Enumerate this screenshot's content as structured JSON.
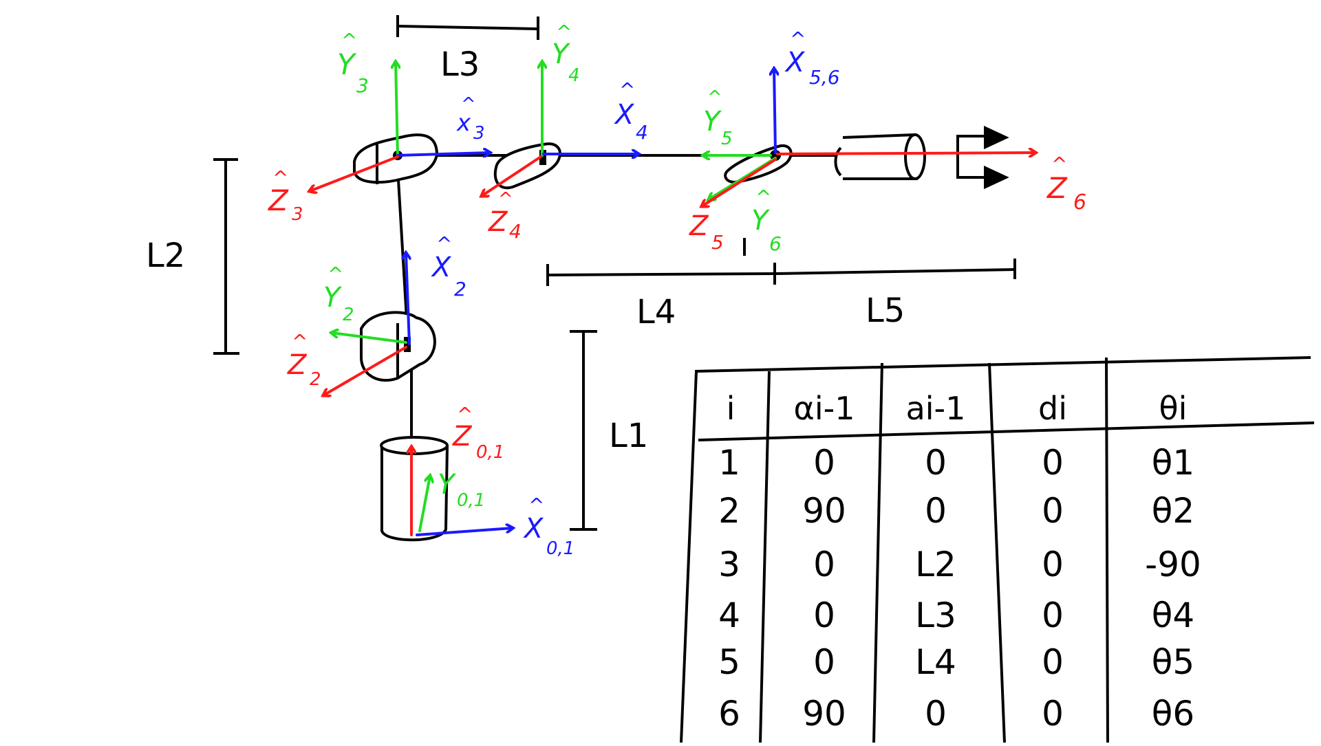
{
  "colors": {
    "ink": "#000000",
    "x_axis": "#1a1aff",
    "y_axis": "#22dd22",
    "z_axis": "#ff1a1a"
  },
  "axis_labels": {
    "z01": {
      "hat": "^",
      "letter": "Z",
      "sub": "0,1"
    },
    "y01": {
      "hat": "",
      "letter": "Y",
      "sub": "0,1"
    },
    "x01": {
      "hat": "^",
      "letter": "X",
      "sub": "0,1"
    },
    "x2": {
      "hat": "^",
      "letter": "X",
      "sub": "2"
    },
    "y2": {
      "hat": "^",
      "letter": "Y",
      "sub": "2"
    },
    "z2": {
      "hat": "^",
      "letter": "Z",
      "sub": "2"
    },
    "y3": {
      "hat": "^",
      "letter": "Y",
      "sub": "3"
    },
    "x3": {
      "hat": "^",
      "letter": "x",
      "sub": "3"
    },
    "z3": {
      "hat": "^",
      "letter": "Z",
      "sub": "3"
    },
    "y4": {
      "hat": "^",
      "letter": "Y",
      "sub": "4"
    },
    "x4": {
      "hat": "^",
      "letter": "X",
      "sub": "4"
    },
    "z4": {
      "hat": "^",
      "letter": "Z",
      "sub": "4"
    },
    "x56": {
      "hat": "^",
      "letter": "X",
      "sub": "5,6"
    },
    "y5": {
      "hat": "^",
      "letter": "Y",
      "sub": "5"
    },
    "z5": {
      "hat": "",
      "letter": "Z",
      "sub": "5"
    },
    "y6": {
      "hat": "^",
      "letter": "Y",
      "sub": "6"
    },
    "z6": {
      "hat": "^",
      "letter": "Z",
      "sub": "6"
    }
  },
  "dimensions": {
    "l1": "L1",
    "l2": "L2",
    "l3": "L3",
    "l4": "L4",
    "l5": "L5"
  },
  "dh_table": {
    "headers": [
      "i",
      "αi-1",
      "ai-1",
      "di",
      "θi"
    ],
    "rows": [
      [
        "1",
        "0",
        "0",
        "0",
        "θ1"
      ],
      [
        "2",
        "90",
        "0",
        "0",
        "θ2"
      ],
      [
        "3",
        "0",
        "L2",
        "0",
        "-90"
      ],
      [
        "4",
        "0",
        "L3",
        "0",
        "θ4"
      ],
      [
        "5",
        "0",
        "L4",
        "0",
        "θ5"
      ],
      [
        "6",
        "90",
        "0",
        "0",
        "θ6"
      ]
    ]
  }
}
